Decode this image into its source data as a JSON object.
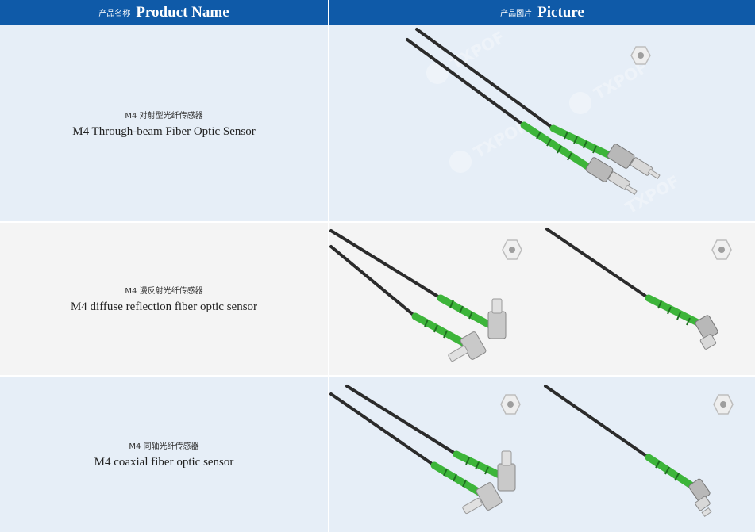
{
  "colors": {
    "header_bg": "#0f5aa8",
    "row_blue": "#e6eef7",
    "row_grey": "#f4f4f4",
    "sheath_green": "#3db53a",
    "cable_black": "#2b2b2b"
  },
  "header": {
    "name_zh": "产品名称",
    "name_en": "Product Name",
    "picture_zh": "产品图片",
    "picture_en": "Picture"
  },
  "rows": [
    {
      "name_zh": "M4 对射型光纤传感器",
      "name_en": "M4 Through-beam Fiber Optic Sensor",
      "image": "through-beam-sensor-image"
    },
    {
      "name_zh": "M4 漫反射光纤传感器",
      "name_en": "M4 diffuse reflection fiber optic sensor",
      "image": "diffuse-reflection-sensor-image"
    },
    {
      "name_zh": "M4 同轴光纤传感器",
      "name_en": "M4 coaxial fiber optic sensor",
      "image": "coaxial-sensor-image"
    }
  ],
  "watermark": "TXPOF"
}
